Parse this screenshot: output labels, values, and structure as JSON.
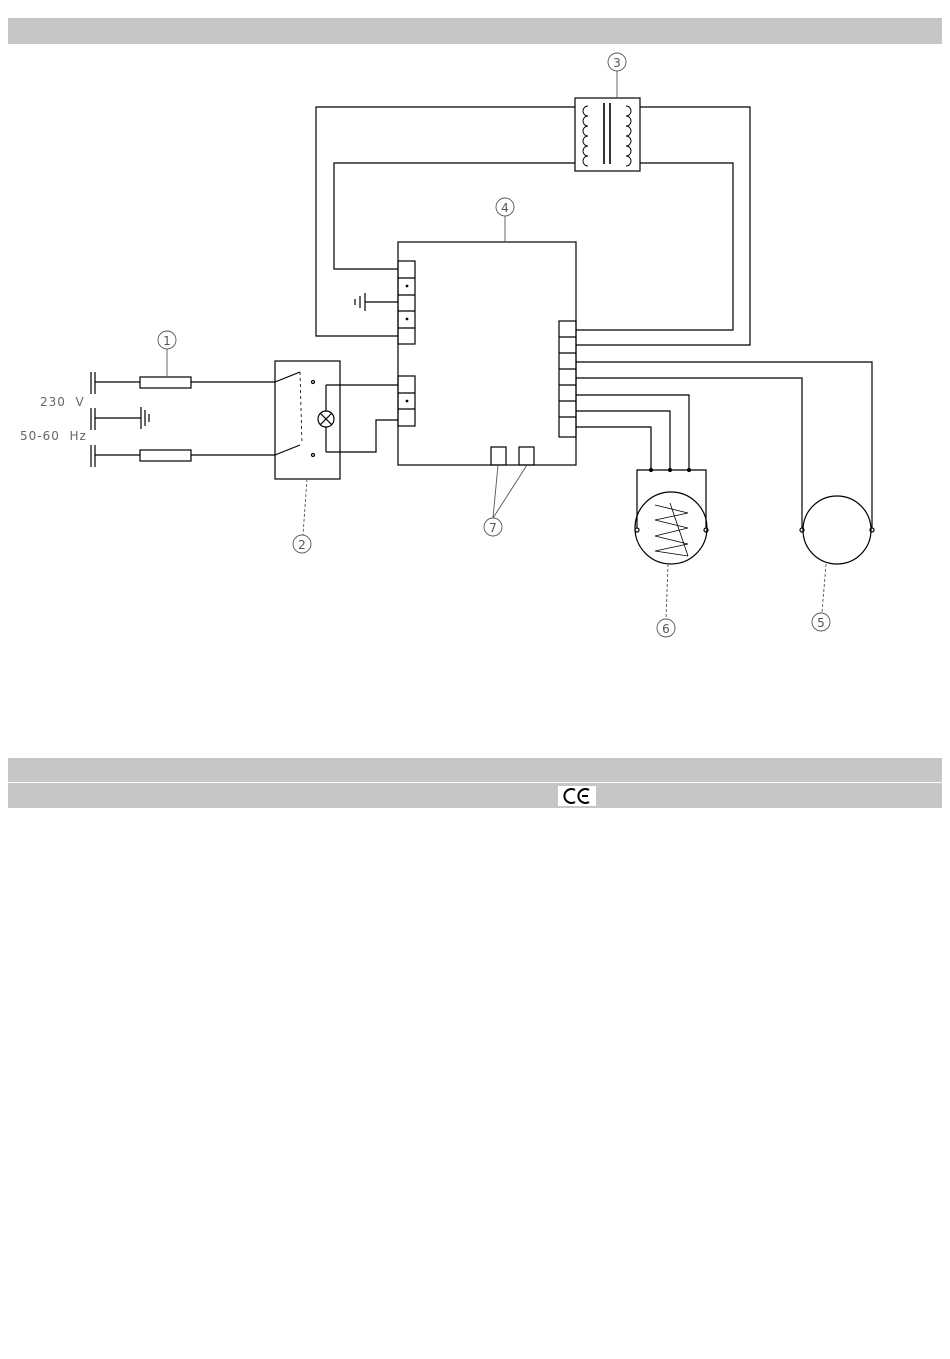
{
  "supply": {
    "voltage_label": "230  V",
    "frequency_label": "50-60  Hz"
  },
  "callouts": [
    "1",
    "2",
    "3",
    "4",
    "5",
    "6",
    "7"
  ],
  "colors": {
    "header_bar": "#c6c6c6",
    "line": "#000000",
    "callout": "#555555"
  },
  "icons": [
    "ce-mark-icon",
    "ground-icon",
    "lamp-icon",
    "transformer-icon",
    "heater-icon",
    "fuse-icon"
  ]
}
